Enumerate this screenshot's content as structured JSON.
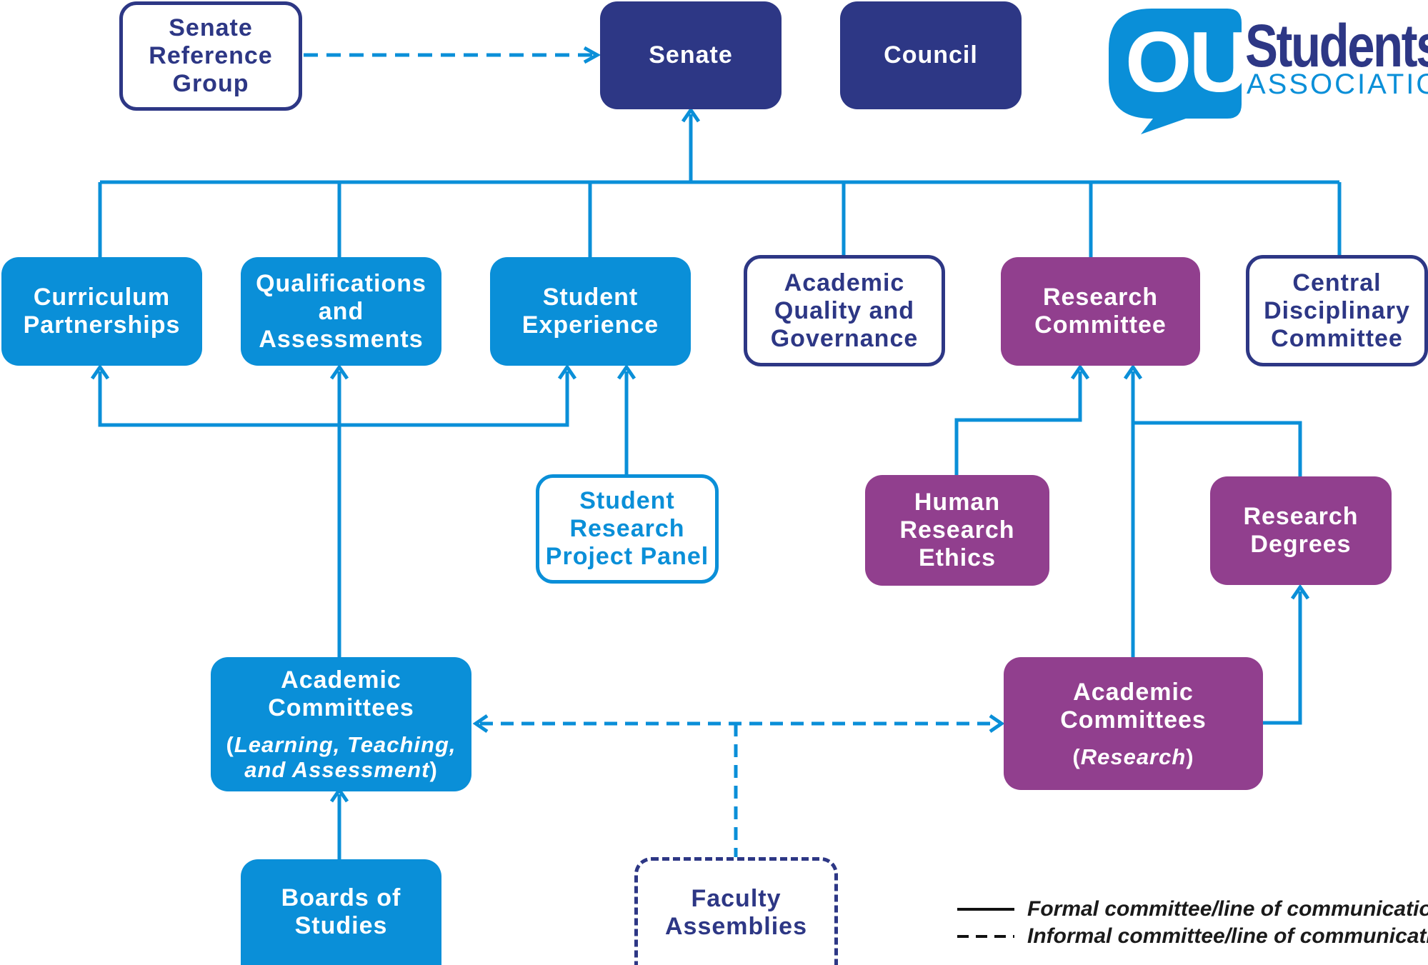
{
  "logo": {
    "mark": "OU",
    "name": "Students",
    "tagline": "ASSOCIATION"
  },
  "nodes": {
    "senate_reference_group": {
      "lines": [
        "Senate",
        "Reference",
        "Group"
      ]
    },
    "senate": {
      "lines": [
        "Senate"
      ]
    },
    "council": {
      "lines": [
        "Council"
      ]
    },
    "curriculum_partnerships": {
      "lines": [
        "Curriculum",
        "Partnerships"
      ]
    },
    "qualifications_assessments": {
      "lines": [
        "Qualifications",
        "and",
        "Assessments"
      ]
    },
    "student_experience": {
      "lines": [
        "Student",
        "Experience"
      ]
    },
    "academic_quality_governance": {
      "lines": [
        "Academic",
        "Quality and",
        "Governance"
      ]
    },
    "research_committee": {
      "lines": [
        "Research",
        "Committee"
      ]
    },
    "central_disciplinary": {
      "lines": [
        "Central",
        "Disciplinary",
        "Committee"
      ]
    },
    "student_research_panel": {
      "lines": [
        "Student",
        "Research",
        "Project Panel"
      ]
    },
    "human_research_ethics": {
      "lines": [
        "Human",
        "Research",
        "Ethics"
      ]
    },
    "research_degrees": {
      "lines": [
        "Research",
        "Degrees"
      ]
    },
    "academic_committees_ltA": {
      "lines": [
        "Academic",
        "Committees"
      ],
      "sub_open": "(",
      "sub_italic": [
        "Learning, Teaching,",
        "and Assessment"
      ],
      "sub_close": ")"
    },
    "academic_committees_research": {
      "lines": [
        "Academic",
        "Committees"
      ],
      "sub_open": "(",
      "sub_italic": [
        "Research"
      ],
      "sub_close": ")"
    },
    "boards_of_studies": {
      "lines": [
        "Boards of",
        "Studies"
      ]
    },
    "faculty_assemblies": {
      "lines": [
        "Faculty",
        "Assemblies"
      ]
    }
  },
  "legend": {
    "formal": "Formal committee/line of communication",
    "informal": "Informal committee/line of communication"
  },
  "colors": {
    "navy": "#2d3785",
    "blue": "#0a8fd8",
    "purple": "#913f8e"
  }
}
